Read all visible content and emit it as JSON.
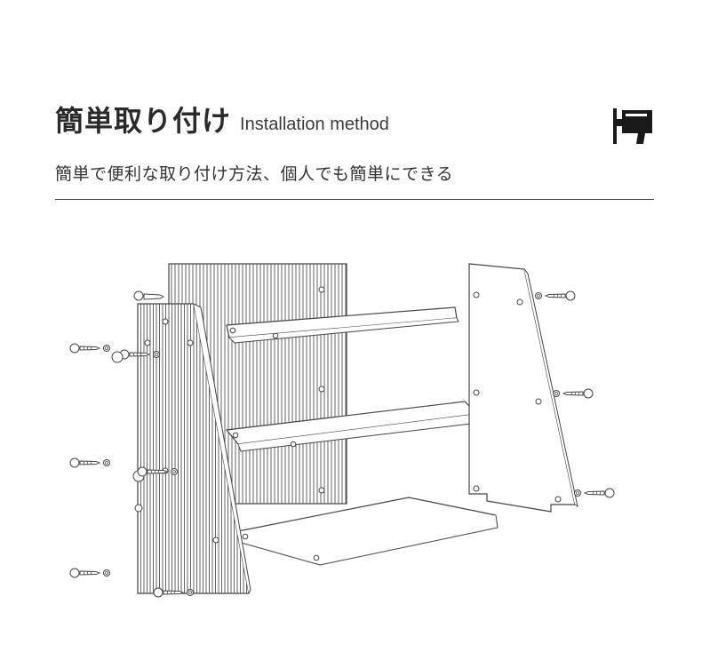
{
  "header": {
    "title_jp": "簡単取り付け",
    "title_en": "Installation method",
    "subtitle": "簡単で便利な取り付け方法、個人でも簡単にできる"
  },
  "icons": {
    "header_icon": "power-drill-icon",
    "diagram": "shelf-assembly-diagram"
  },
  "colors": {
    "text": "#2b2b2b",
    "line": "#444444",
    "background": "#ffffff"
  }
}
